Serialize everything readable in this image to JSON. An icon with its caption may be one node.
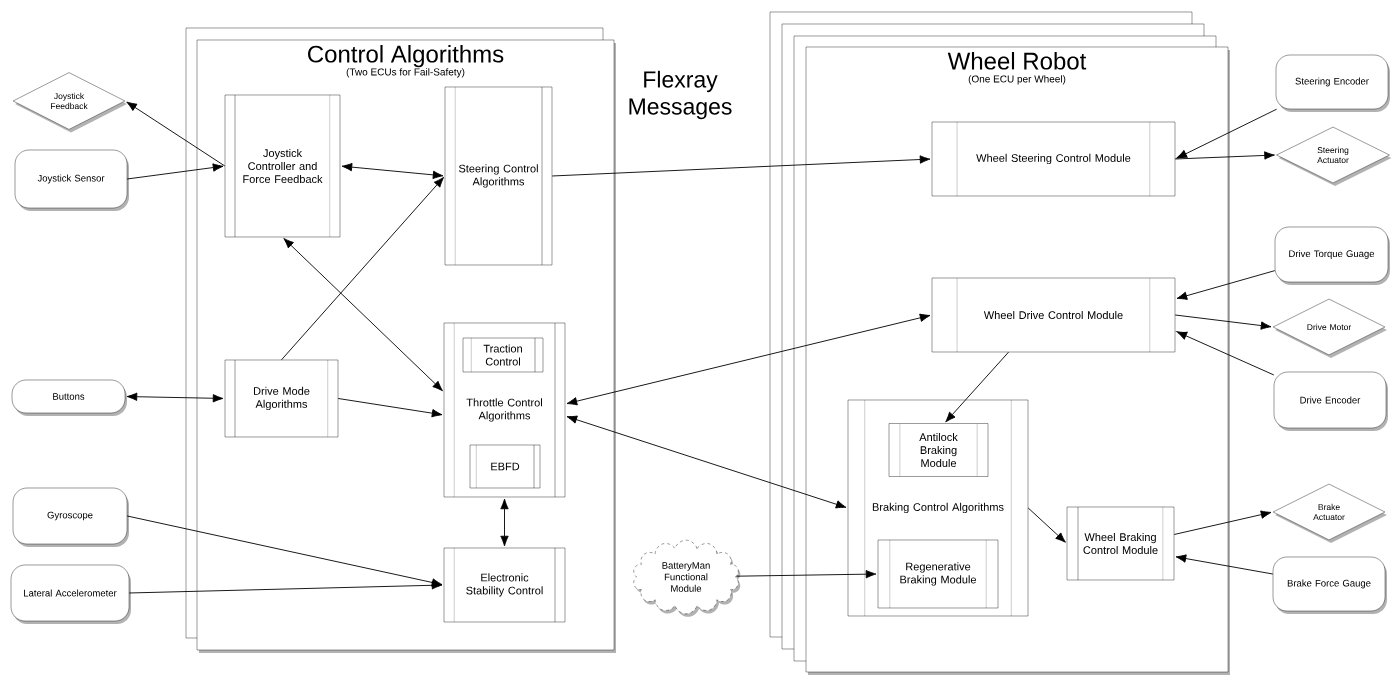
{
  "diagram": {
    "nodes": [
      {
        "text": [
          "Control Algorithms",
          "(Two ECUs for Fail-Safety)"
        ]
      },
      {
        "text": [
          "Wheel Robot",
          "(One ECU per Wheel)"
        ]
      },
      {
        "text": [
          "Joystick Controller and Force Feedback"
        ],
        "in": 0
      },
      {
        "text": [
          "Steering Control Algorithms"
        ],
        "in": 0
      },
      {
        "text": [
          "Drive Mode Algorithms"
        ],
        "in": 0
      },
      {
        "text": [
          "Throttle Control Algorithms"
        ],
        "in": 0
      },
      {
        "text": [
          "Traction Control"
        ],
        "in": 5
      },
      {
        "text": [
          "EBFD"
        ],
        "in": 5
      },
      {
        "text": [
          "Electronic Stability Control"
        ],
        "in": 0
      },
      {
        "text": [
          "Wheel Steering Control Module"
        ],
        "in": 1
      },
      {
        "text": [
          "Wheel Drive Control Module"
        ],
        "in": 1
      },
      {
        "text": [
          "Braking Control Algorithms"
        ],
        "in": 1
      },
      {
        "text": [
          "Antilock Braking Module"
        ],
        "in": 11
      },
      {
        "text": [
          "Regenerative Braking Module"
        ],
        "in": 11
      },
      {
        "text": [
          "Wheel Braking Control Module"
        ],
        "in": 1
      },
      {
        "text": [
          "Joystick Feedback"
        ]
      },
      {
        "text": [
          "Joystick Sensor"
        ]
      },
      {
        "text": [
          "Buttons"
        ]
      },
      {
        "text": [
          "Gyroscope"
        ]
      },
      {
        "text": [
          "Lateral Accelerometer"
        ]
      },
      {
        "text": [
          "BatteryMan Functional Module"
        ]
      },
      {
        "text": [
          "Steering Encoder"
        ]
      },
      {
        "text": [
          "Steering Actuator"
        ]
      },
      {
        "text": [
          "Drive Torque Guage"
        ]
      },
      {
        "text": [
          "Drive Motor"
        ]
      },
      {
        "text": [
          "Drive Encoder"
        ]
      },
      {
        "text": [
          "Brake Actuator"
        ]
      },
      {
        "text": [
          "Brake Force Gauge"
        ]
      }
    ],
    "edges": [
      {
        "from": 2,
        "to": 15,
        "arrow": "to"
      },
      {
        "from": 16,
        "to": 2,
        "arrow": "to"
      },
      {
        "from": 2,
        "to": 3,
        "arrow": "both"
      },
      {
        "from": 4,
        "to": 3,
        "arrow": "to"
      },
      {
        "from": 2,
        "to": 5,
        "arrow": "both"
      },
      {
        "from": 17,
        "to": 4,
        "arrow": "both"
      },
      {
        "from": 4,
        "to": 5,
        "arrow": "to"
      },
      {
        "from": 5,
        "to": 8,
        "arrow": "both"
      },
      {
        "from": 18,
        "to": 8,
        "arrow": "to"
      },
      {
        "from": 19,
        "to": 8,
        "arrow": "to"
      },
      {
        "from": 3,
        "to": 9,
        "arrow": "to"
      },
      {
        "from": 5,
        "to": 10,
        "arrow": "both"
      },
      {
        "from": 5,
        "to": 11,
        "arrow": "both"
      },
      {
        "from": 10,
        "to": 12,
        "arrow": "to"
      },
      {
        "from": 20,
        "to": 13,
        "arrow": "to"
      },
      {
        "from": 11,
        "to": 14,
        "arrow": "to"
      },
      {
        "from": 21,
        "to": 9,
        "arrow": "to"
      },
      {
        "from": 9,
        "to": 22,
        "arrow": "to"
      },
      {
        "from": 23,
        "to": 10,
        "arrow": "to"
      },
      {
        "from": 10,
        "to": 24,
        "arrow": "to"
      },
      {
        "from": 25,
        "to": 10,
        "arrow": "to"
      },
      {
        "from": 14,
        "to": 26,
        "arrow": "to"
      },
      {
        "from": 27,
        "to": 14,
        "arrow": "to"
      }
    ],
    "labels": [
      "Flexray Messages"
    ]
  }
}
